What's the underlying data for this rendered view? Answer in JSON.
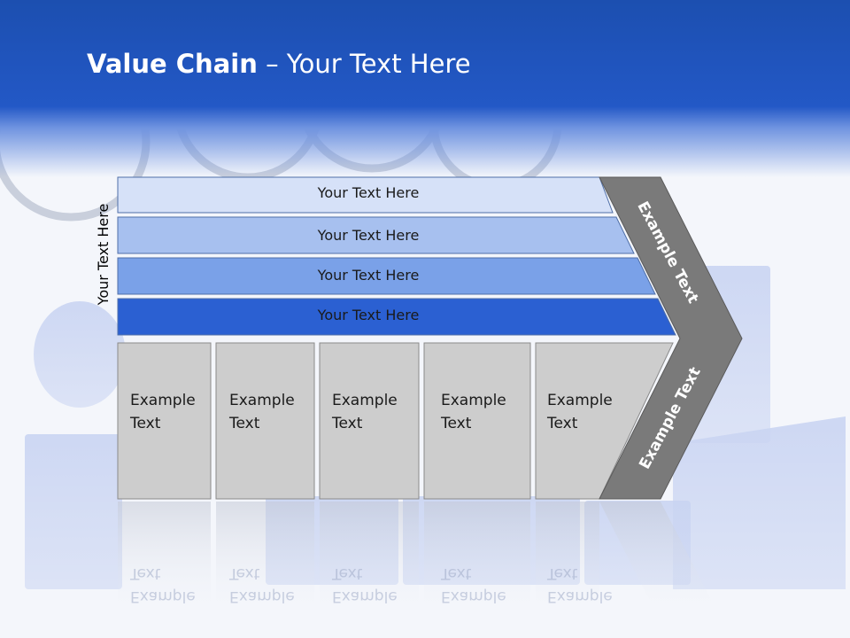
{
  "title": {
    "bold": "Value Chain",
    "rest": " – Your Text Here"
  },
  "side_label": "Your Text Here",
  "bands": [
    {
      "label": "Your Text Here",
      "color": "#d6e1f8"
    },
    {
      "label": "Your Text Here",
      "color": "#a7c0ef"
    },
    {
      "label": "Your Text Here",
      "color": "#7aa1e8"
    },
    {
      "label": "Your Text Here",
      "color": "#2b60d2"
    }
  ],
  "boxes": [
    {
      "line1": "Example",
      "line2": "Text"
    },
    {
      "line1": "Example",
      "line2": "Text"
    },
    {
      "line1": "Example",
      "line2": "Text"
    },
    {
      "line1": "Example",
      "line2": "Text"
    },
    {
      "line1": "Example",
      "line2": "Text"
    }
  ],
  "chevron": {
    "upper_label": "Example Text",
    "lower_label": "Example Text"
  },
  "colors": {
    "header": "#2358c6",
    "box_fill": "#cdcdcd",
    "chevron_fill": "#7a7a7a",
    "watermark": "#b7c6ec"
  }
}
